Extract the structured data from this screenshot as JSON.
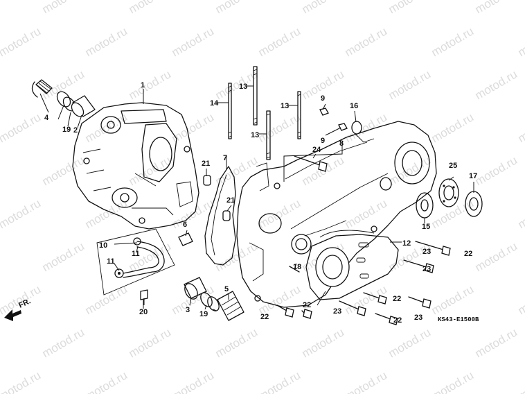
{
  "watermark": "motod.ru",
  "diagram_code": "KS43-E1500B",
  "direction_label": "FR.",
  "callouts": [
    "1",
    "2",
    "3",
    "4",
    "5",
    "6",
    "7",
    "8",
    "9",
    "9",
    "10",
    "11",
    "11",
    "12",
    "13",
    "13",
    "13",
    "14",
    "15",
    "16",
    "17",
    "18",
    "19",
    "19",
    "20",
    "21",
    "21",
    "22",
    "22",
    "22",
    "22",
    "22",
    "23",
    "23",
    "23",
    "23",
    "24",
    "25"
  ]
}
